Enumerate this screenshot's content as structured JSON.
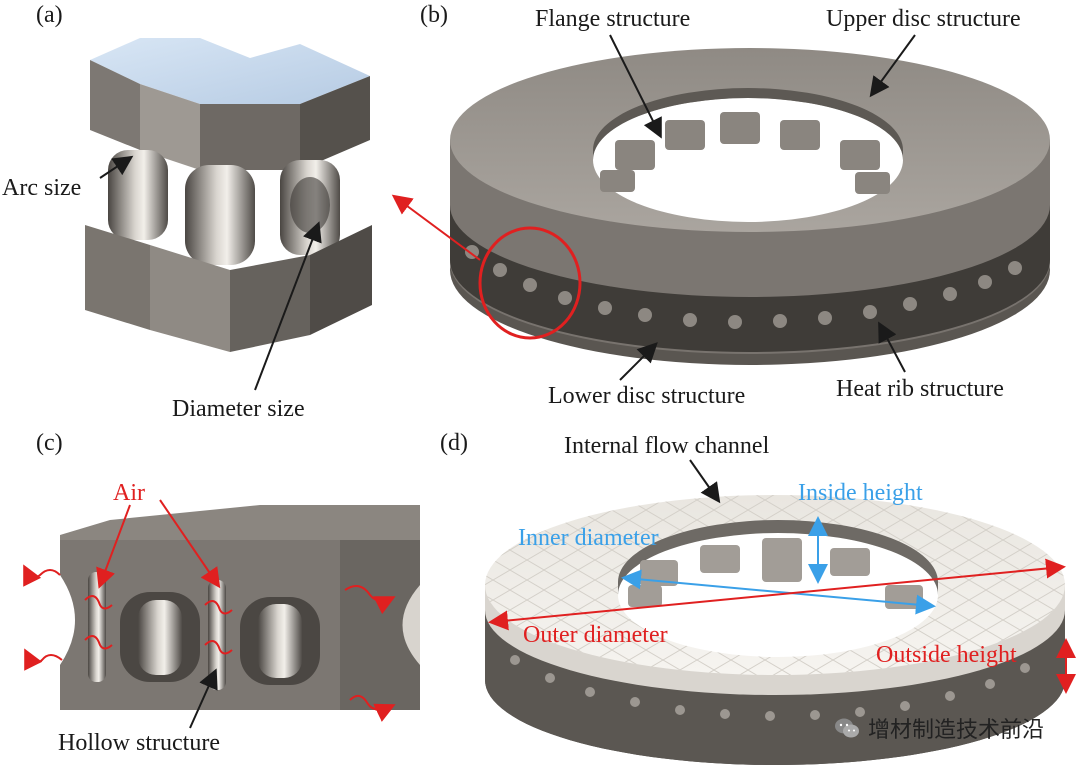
{
  "panels": {
    "a": {
      "tag": "(a)",
      "labels": {
        "arc": "Arc size",
        "diameter": "Diameter size"
      }
    },
    "b": {
      "tag": "(b)",
      "labels": {
        "flange": "Flange structure",
        "upper": "Upper disc structure",
        "lower": "Lower disc structure",
        "rib": "Heat rib structure"
      }
    },
    "c": {
      "tag": "(c)",
      "labels": {
        "air": "Air",
        "hollow": "Hollow structure"
      }
    },
    "d": {
      "tag": "(d)",
      "labels": {
        "channel": "Internal flow channel",
        "inside_height": "Inside height",
        "inner_diameter": "Inner diameter",
        "outer_diameter": "Outer diameter",
        "outside_height": "Outside height"
      }
    }
  },
  "watermark": {
    "text": "增材制造技术前沿"
  },
  "colors": {
    "red": "#e02020",
    "blue": "#3aa0e8",
    "metal": "#8a8580",
    "disc_top": "#9b9690"
  }
}
